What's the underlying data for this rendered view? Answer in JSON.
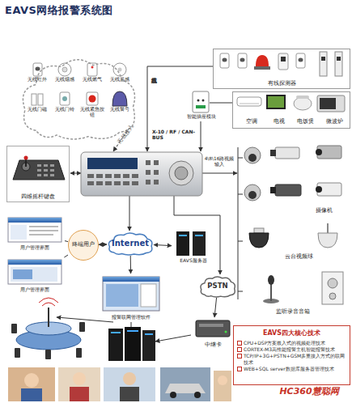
{
  "diagram": {
    "title": "EAVS网络报警系统图",
    "nodes": [
      {
        "text": [
          "无线红外",
          "无线烟感",
          "无线燃气",
          "无线温感",
          "无线门磁",
          "无线门铃",
          "无线紧急按钮",
          "无线警号"
        ]
      },
      {
        "text": [
          "有线探测器"
        ]
      },
      {
        "text": [
          "空调",
          "电视",
          "电饭煲",
          "微波炉"
        ]
      },
      {
        "text": [
          "四维摇杆键盘"
        ]
      },
      {
        "text": [
          "用户管理界面"
        ]
      },
      {
        "text": [
          "Internet"
        ]
      },
      {
        "text": [
          "EAVS服务器"
        ]
      },
      {
        "text": [
          "终端用户"
        ]
      },
      {
        "text": [
          "用户管理界面"
        ]
      },
      {
        "text": [
          "报警联网管理软件"
        ]
      },
      {
        "text": [
          "PSTN"
        ]
      },
      {
        "text": [
          "中继卡"
        ]
      },
      {
        "text": [
          "EAVS四大核心技术",
          "CPU+DSP方案嵌入式的视频处理技术",
          "CORTEX-M3高性能报警主机智能报警技术",
          "TCP/IP+3G+PSTN+GSM多重接入方式的联网技术",
          "WEB+SQL server数据库服务器管理技术"
        ]
      }
    ],
    "edges": [
      {
        "from": 4,
        "to": 7,
        "arrow": "none"
      },
      {
        "from": 8,
        "to": 7,
        "arrow": "none"
      },
      {
        "from": 7,
        "to": 5,
        "arrow": "both"
      },
      {
        "from": 5,
        "to": 6,
        "arrow": "both"
      },
      {
        "from": 5,
        "to": 9,
        "arrow": "to"
      },
      {
        "from": 10,
        "to": 11,
        "arrow": "to"
      }
    ],
    "labels": [
      "无线接入",
      "有线或总线接入",
      "智能插座模块",
      "X-10 / RF / CAN-BUS",
      "4\\8\\16路视频输入",
      "摄像机",
      "云台视频球",
      "监听录音音箱",
      "HC360慧聪网"
    ]
  }
}
